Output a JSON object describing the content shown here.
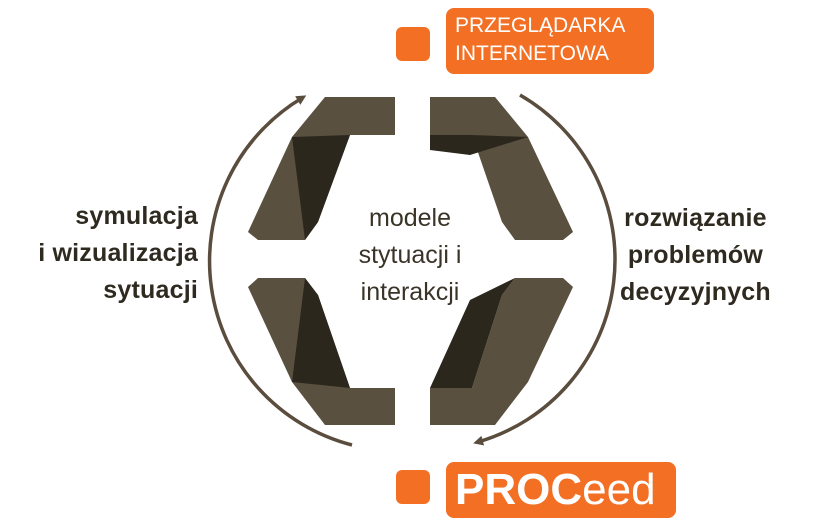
{
  "colors": {
    "accent": "#f26f23",
    "text_dark": "#2f2a20",
    "shape_light": "#5a5040",
    "shape_dark": "#2c271d",
    "arrow": "#5a4d3e"
  },
  "left_label": [
    "symulacja",
    "i wizualizacja",
    "sytuacji"
  ],
  "right_label": [
    "rozwiązanie",
    "problemów",
    "decyzyjnych"
  ],
  "center_label": [
    "modele",
    "stytuacji i",
    "interakcji"
  ],
  "top_box": {
    "lines": [
      "PRZEGLĄDARKA",
      "INTERNETOWA"
    ]
  },
  "bottom_box": {
    "bold_part": "PROC",
    "light_part": "eed"
  }
}
